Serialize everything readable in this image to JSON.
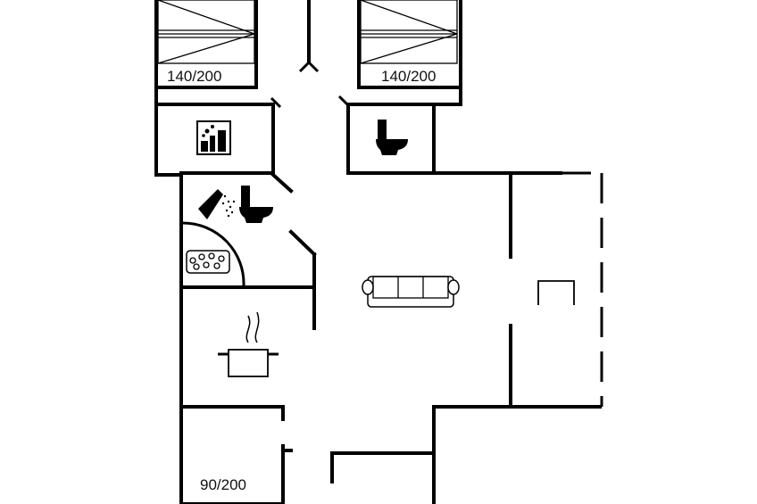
{
  "plan": {
    "bed_left_label": "140/200",
    "bed_right_label": "140/200",
    "bed_small_label": "90/200"
  },
  "icons": [
    "double-bed-icon",
    "washing-machine-icon",
    "toilet-icon",
    "shower-icon",
    "sauna-icon",
    "sofa-icon",
    "cooking-pot-icon",
    "table-icon"
  ]
}
